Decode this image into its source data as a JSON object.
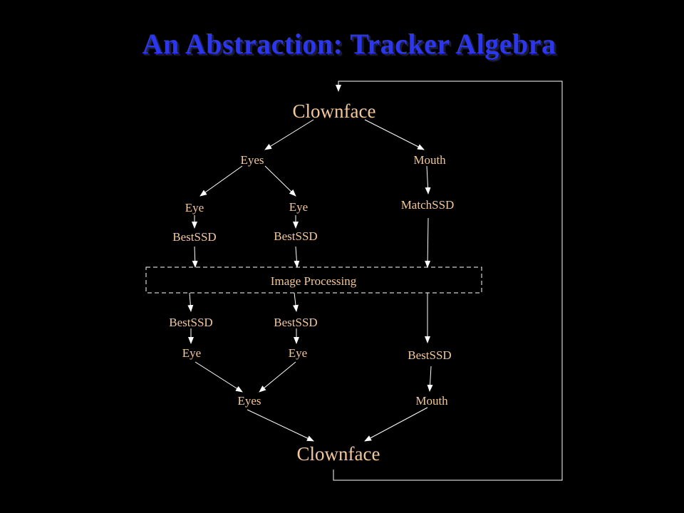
{
  "title": "An Abstraction: Tracker Algebra",
  "colors": {
    "title": "#2b36ee",
    "label": "#f2c79a",
    "line": "#ffffff",
    "background": "#000000"
  },
  "nodes": {
    "top_root": "Clownface",
    "top_eyes": "Eyes",
    "top_mouth": "Mouth",
    "top_eye_left": "Eye",
    "top_eye_right": "Eye",
    "top_matchssd": "MatchSSD",
    "top_bestssd_left": "BestSSD",
    "top_bestssd_right": "BestSSD",
    "image_processing": "Image Processing",
    "bottom_bestssd_left": "BestSSD",
    "bottom_bestssd_right": "BestSSD",
    "bottom_bestssd_mouth": "BestSSD",
    "bottom_eye_left": "Eye",
    "bottom_eye_right": "Eye",
    "bottom_eyes": "Eyes",
    "bottom_mouth": "Mouth",
    "bottom_root": "Clownface"
  }
}
